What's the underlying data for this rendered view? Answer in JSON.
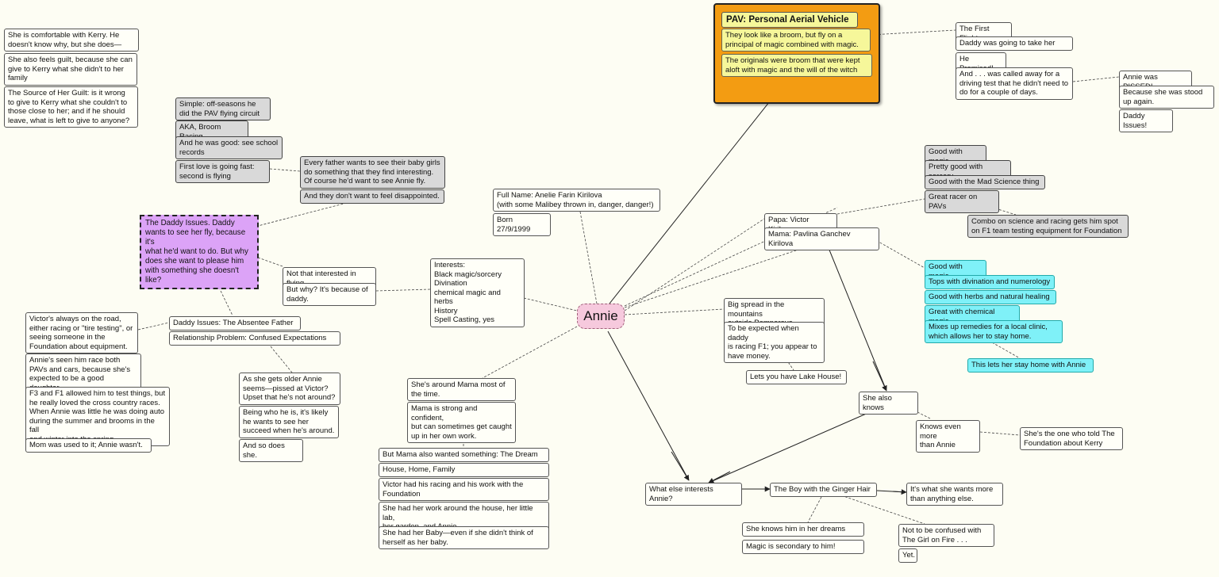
{
  "central": "Annie",
  "pav": {
    "title": "PAV:  Personal Aerial Vehicle",
    "desc1": "They look like a broom, but fly on a\nprincipal of magic combined with magic.",
    "desc2": "The originals were broom that were kept\naloft with magic and the will of the witch"
  },
  "first_flight": {
    "title": "The First Flight",
    "items": [
      "Daddy was going to take her",
      "He Promised!",
      "And . . . was called away for a\ndriving test that he didn't need to\ndo for a couple of days."
    ],
    "reaction": "Annie was PISSED!",
    "reaction_items": [
      "Because she was stood\nup again.",
      "Daddy Issues!"
    ]
  },
  "kerry": [
    "She is comfortable with Kerry.  He\ndoesn't know why, but she does—",
    "She also feels guilt, because she can\ngive to Kerry what she didn't to her\nfamily",
    "The Source of Her Guilt:  is it wrong\nto give to Kerry what she couldn't to\nthose close to her; and if he should\nleave, what is left to give to anyone?"
  ],
  "racing": [
    "Simple:  off-seasons he\ndid the PAV flying circuit",
    "AKA, Broom Racing",
    "And he was good:  see school\nrecords",
    "First love is going fast:\nsecond is flying"
  ],
  "father": [
    "Every father wants to see their baby girls\ndo something that they find interesting.\nOf course he'd want to see Annie fly.",
    "And they don't want to feel disappointed."
  ],
  "daddy_issues": "The Daddy Issues.  Daddy\nwants to see her fly, because it's\nwhat he'd want to do.  But why\ndoes she want to please him\nwith something she doesn't like?",
  "not_flying": [
    "Not that interested in flying",
    "But why?  It's because of\ndaddy."
  ],
  "interests": "Interests:\nBlack magic/sorcery\nDivination\nchemical magic and herbs\nHistory\nSpell Casting, yes",
  "fullname": "Full Name:  Anelie Farin Kirilova\n(with some Malibey thrown in, danger, danger!)",
  "born": "Born 27/9/1999",
  "absentee": [
    "Daddy Issues:  The Absentee Father",
    "Relationship Problem: Confused Expectations"
  ],
  "victor_notes": [
    "Victor's always on the road,\neither racing or \"tire testing\", or\nseeing someone in the\nFoundation about equipment.",
    "Annie's seen him race both\nPAVs and cars, because she's\nexpected to be a good daughter.",
    "F3 and F1 allowed him to test things, but\nhe really loved the cross country races.\nWhen Annie was little he was doing auto\nduring the summer and brooms in the fall\nand winter into the spring",
    "Mom was used to it; Annie wasn't."
  ],
  "older": [
    "As she gets older Annie\nseems—pissed at Victor?\nUpset that he's not around?",
    "Being who he is, it's likely\nhe wants to see her\nsucceed when he's around.",
    "And so does she."
  ],
  "mama": [
    "She's around Mama most of\nthe time.",
    "Mama is strong and confident,\nbut can sometimes get caught\nup in her own work."
  ],
  "dream": [
    "But Mama also wanted something:  The Dream",
    "House, Home, Family",
    "Victor had his racing and his work with the\nFoundation",
    "She had her work around the house, her little lab,\nher garden, and Annie",
    "She had her Baby—even if she didn't think of\nherself as her baby."
  ],
  "home": [
    "Big spread in the mountains\noutside Pamporovo.",
    "To be expected when daddy\nis racing F1; you appear to\nhave money.",
    "Lets you have Lake House!"
  ],
  "papa": {
    "label": "Papa:  Victor Kirilova",
    "traits": [
      "Good with magic",
      "Pretty good with sorcery",
      "Good with the Mad Science thing",
      "Great racer on PAVs"
    ],
    "combo": "Combo on science and racing gets him spot\non F1 team testing equipment for Foundation"
  },
  "mama_node": {
    "label": "Mama: Pavlina Ganchev Kirilova",
    "traits": [
      "Good with magic",
      "Tops with divination and numerology",
      "Good with herbs and natural healing",
      "Great with chemical magic",
      "Mixes up remedies for a local clinic,\nwhich allows her to stay home."
    ],
    "home_note": "This lets her stay home with Annie"
  },
  "knows": [
    "She also knows",
    "Knows even more\nthan Annie",
    "She's the one who told The\nFoundation about Kerry"
  ],
  "else": "What else interests Annie?",
  "boy": {
    "label": "The Boy with the Ginger Hair",
    "wants": "It's what she wants more\nthan anything else.",
    "dreams": [
      "She knows him in her dreams",
      "Magic is secondary to him!"
    ],
    "fire": [
      "Not to be confused with\nThe Girl on Fire . . .",
      "Yet."
    ]
  },
  "colors": {
    "background": "#fdfdf3",
    "pav_orange": "#f39c12",
    "gray_node": "#d9d9d9",
    "cyan_node": "#7ff1f8",
    "purple_node": "#dca3f7",
    "pink_center": "#f6c9dd"
  }
}
